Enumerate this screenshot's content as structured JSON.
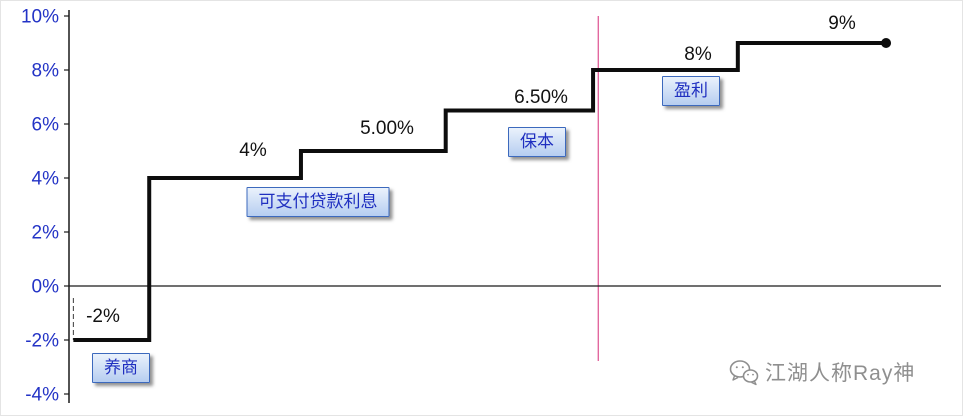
{
  "chart_data": {
    "type": "line",
    "subtype": "step",
    "title": "",
    "xlabel": "",
    "ylabel": "",
    "ylim": [
      -4,
      10
    ],
    "ytick_step": 2,
    "ytick_suffix": "%",
    "grid": false,
    "legend": false,
    "values": [
      -2,
      4,
      5,
      6.5,
      8,
      9
    ],
    "x_bounds_frac": [
      0.005,
      0.092,
      0.266,
      0.432,
      0.601,
      0.767,
      0.937
    ],
    "divider_x_frac": 0.607,
    "data_labels": [
      "-2%",
      "4%",
      "5.00%",
      "6.50%",
      "8%",
      "9%"
    ],
    "annotations": [
      {
        "label": "养商"
      },
      {
        "label": "可支付贷款利息"
      },
      {
        "label": "保本"
      },
      {
        "label": "盈利"
      }
    ],
    "colors": {
      "line": "#0d0d0d",
      "axis": "#1a1a1a",
      "axis_labels": "#2333c6",
      "divider": "#e2689f",
      "callout_border": "#3c69bd",
      "callout_text": "#1f2fc0",
      "watermark": "#8f8f8f"
    }
  },
  "watermark": {
    "icon": "wechat-icon",
    "text": "江湖人称Ray神"
  }
}
